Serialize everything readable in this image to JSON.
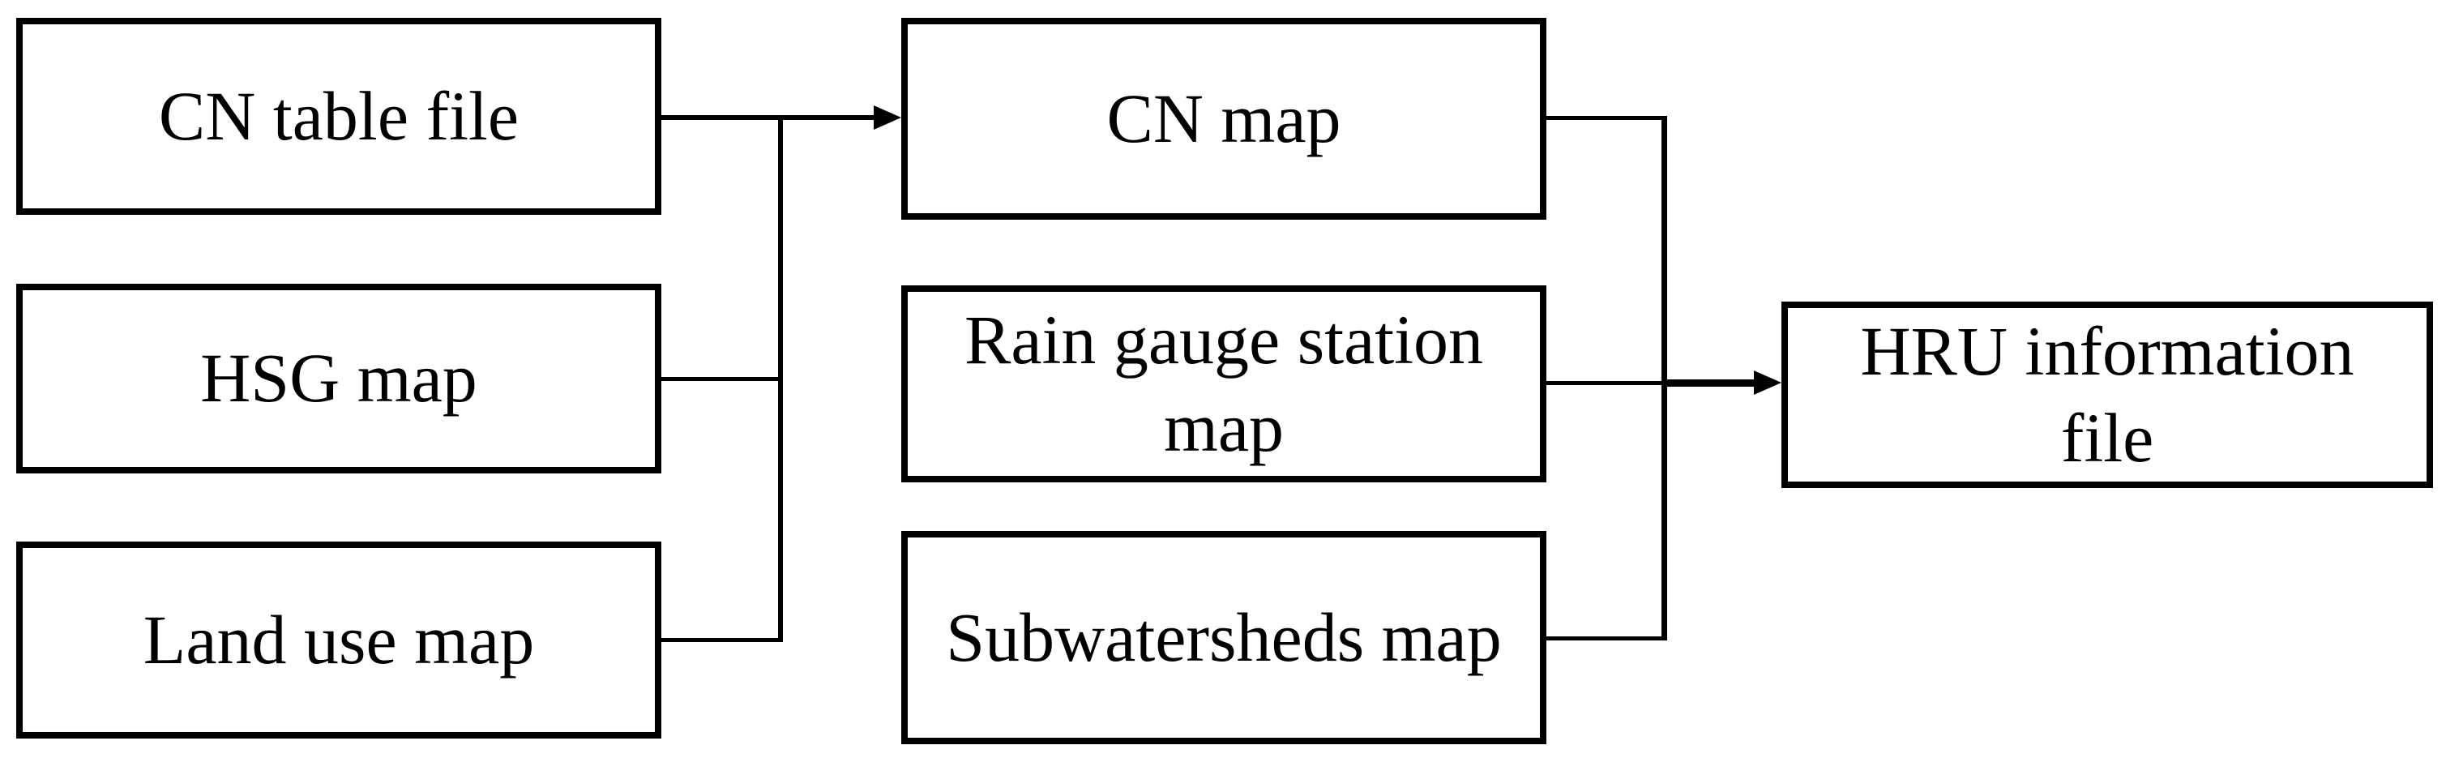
{
  "page": {
    "background": "#ffffff",
    "ink": "#000000"
  },
  "boxes": {
    "cn_table_file": {
      "label": "CN table file"
    },
    "hsg_map": {
      "label": "HSG map"
    },
    "land_use_map": {
      "label": "Land use map"
    },
    "cn_map": {
      "label": "CN map"
    },
    "rain_gauge_station_map": {
      "line1": "Rain gauge station",
      "line2": "map"
    },
    "subwatersheds_map": {
      "label": "Subwatersheds map"
    },
    "hru_information_file": {
      "line1": "HRU information",
      "line2": "file"
    }
  },
  "edges": [
    {
      "from": [
        "cn_table_file",
        "hsg_map",
        "land_use_map"
      ],
      "to": "cn_map",
      "type": "arrow"
    },
    {
      "from": [
        "cn_map",
        "rain_gauge_station_map",
        "subwatersheds_map"
      ],
      "to": "hru_information_file",
      "type": "arrow"
    }
  ]
}
